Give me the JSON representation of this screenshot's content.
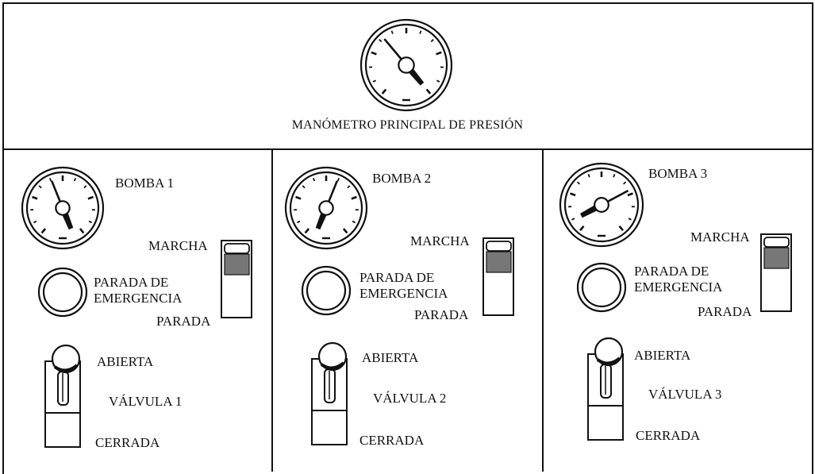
{
  "main_gauge": {
    "label": "MANÓMETRO PRINCIPAL DE PRESIÓN"
  },
  "panels": [
    {
      "pump": "BOMBA 1",
      "run": "MARCHA",
      "stop": "PARADA",
      "emergency_line1": "PARADA DE",
      "emergency_line2": "EMERGENCIA",
      "valve": "VÁLVULA 1",
      "open": "ABIERTA",
      "closed": "CERRADA"
    },
    {
      "pump": "BOMBA 2",
      "run": "MARCHA",
      "stop": "PARADA",
      "emergency_line1": "PARADA DE",
      "emergency_line2": "EMERGENCIA",
      "valve": "VÁLVULA 2",
      "open": "ABIERTA",
      "closed": "CERRADA"
    },
    {
      "pump": "BOMBA 3",
      "run": "MARCHA",
      "stop": "PARADA",
      "emergency_line1": "PARADA DE",
      "emergency_line2": "EMERGENCIA",
      "valve": "VÁLVULA 3",
      "open": "ABIERTA",
      "closed": "CERRADA"
    }
  ]
}
